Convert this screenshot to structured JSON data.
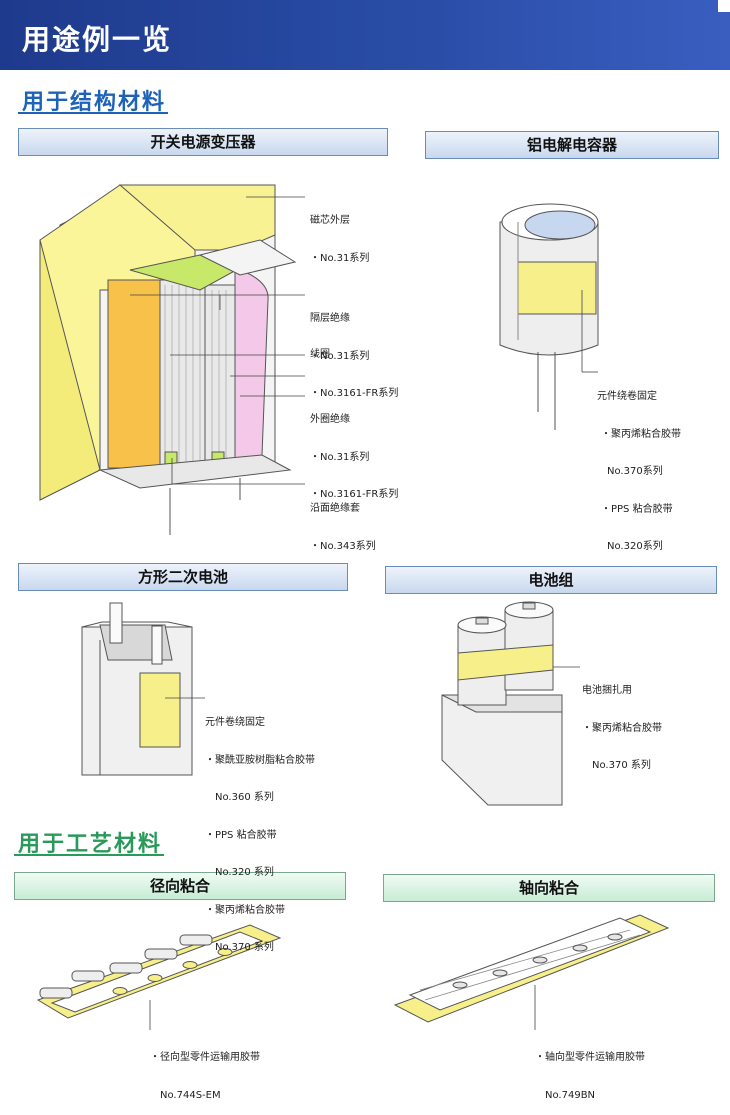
{
  "header": {
    "title": "用途例一览"
  },
  "sections": {
    "structure": {
      "title": "用于结构材料"
    },
    "process": {
      "title": "用于工艺材料"
    }
  },
  "panels": {
    "transformer": {
      "title": "开关电源变压器",
      "labels": {
        "core_outer": {
          "name": "磁芯外层",
          "items": [
            "No.31系列"
          ]
        },
        "layer_insulation": {
          "name": "隔层绝缘",
          "items": [
            "No.31系列",
            "No.3161-FR系列"
          ]
        },
        "coil": {
          "name": "线圈"
        },
        "outer_insulation": {
          "name": "外圈绝缘",
          "items": [
            "No.31系列",
            "No.3161-FR系列"
          ]
        },
        "edge_sleeve": {
          "name": "沿面绝缘套",
          "items": [
            "No.343系列"
          ]
        }
      }
    },
    "capacitor": {
      "title": "铝电解电容器",
      "label": {
        "name": "元件绕卷固定",
        "items": [
          "聚丙烯粘合胶带",
          "No.370系列",
          "PPS 粘合胶带",
          "No.320系列"
        ]
      }
    },
    "square_battery": {
      "title": "方形二次电池",
      "label": {
        "name": "元件卷绕固定",
        "items": [
          "聚酰亚胺树脂粘合胶带",
          "No.360 系列",
          "PPS 粘合胶带",
          "No.320 系列",
          "聚丙烯粘合胶带",
          "No.370 系列"
        ]
      }
    },
    "battery_pack": {
      "title": "电池组",
      "label": {
        "name": "电池捆扎用",
        "items": [
          "聚丙烯粘合胶带",
          "No.370 系列"
        ]
      }
    },
    "radial": {
      "title": "径向粘合",
      "label": {
        "items": [
          "径向型零件运输用胶带",
          "No.744S-EM"
        ]
      }
    },
    "axial": {
      "title": "轴向粘合",
      "label": {
        "items": [
          "轴向型零件运输用胶带",
          "No.749BN"
        ]
      }
    }
  },
  "colors": {
    "header_blue": "#1e3a8c",
    "section_blue": "#1e63b8",
    "tape_yellow": "#f7f08a",
    "core_orange": "#f8c24a",
    "green_insulation": "#c8e86a",
    "pink_coil": "#f4c8e8"
  }
}
